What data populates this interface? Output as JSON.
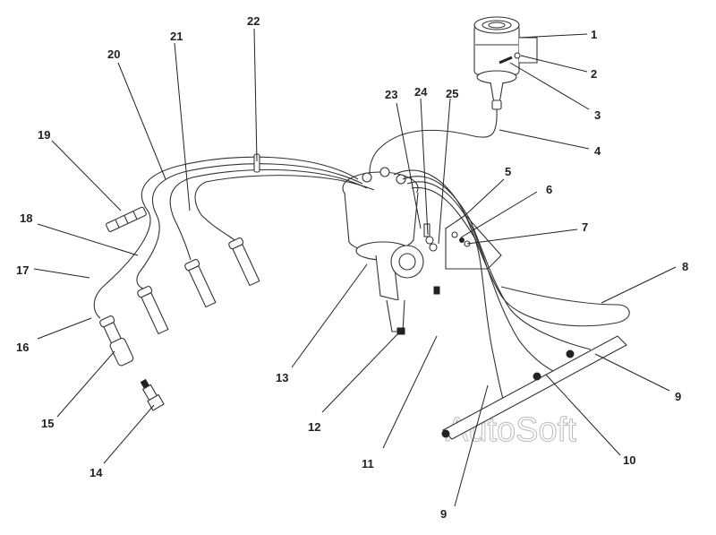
{
  "diagram": {
    "type": "exploded-parts-diagram",
    "subject": "Ignition system: distributor, ignition coil, high-tension leads and spark plugs",
    "watermark": "AutoSoft",
    "callouts": [
      {
        "id": "1",
        "label": "1",
        "target": "ignition coil"
      },
      {
        "id": "2",
        "label": "2",
        "target": "coil bracket nut"
      },
      {
        "id": "3",
        "label": "3",
        "target": "coil bracket bolt"
      },
      {
        "id": "4",
        "label": "4",
        "target": "coil high-tension lead"
      },
      {
        "id": "5",
        "label": "5",
        "target": "lead support bracket"
      },
      {
        "id": "6",
        "label": "6",
        "target": "bracket washer"
      },
      {
        "id": "7",
        "label": "7",
        "target": "bracket bolt"
      },
      {
        "id": "8",
        "label": "8",
        "target": "spark plug lead"
      },
      {
        "id": "9a",
        "label": "9",
        "target": "spark plug lead"
      },
      {
        "id": "9b",
        "label": "9",
        "target": "spark plug lead"
      },
      {
        "id": "10",
        "label": "10",
        "target": "spark plug lead"
      },
      {
        "id": "11",
        "label": "11",
        "target": "vacuum hose"
      },
      {
        "id": "12",
        "label": "12",
        "target": "hose union"
      },
      {
        "id": "13",
        "label": "13",
        "target": "distributor"
      },
      {
        "id": "14",
        "label": "14",
        "target": "spark plug"
      },
      {
        "id": "15",
        "label": "15",
        "target": "plug cap"
      },
      {
        "id": "16",
        "label": "16",
        "target": "lead boot"
      },
      {
        "id": "17",
        "label": "17",
        "target": "spark plug lead"
      },
      {
        "id": "18",
        "label": "18",
        "target": "spark plug lead"
      },
      {
        "id": "19",
        "label": "19",
        "target": "lead retaining clip"
      },
      {
        "id": "20",
        "label": "20",
        "target": "spark plug lead"
      },
      {
        "id": "21",
        "label": "21",
        "target": "spark plug lead"
      },
      {
        "id": "22",
        "label": "22",
        "target": "lead tie"
      },
      {
        "id": "23",
        "label": "23",
        "target": "distributor clamp bolt"
      },
      {
        "id": "24",
        "label": "24",
        "target": "washer"
      },
      {
        "id": "25",
        "label": "25",
        "target": "clamp plate"
      }
    ]
  },
  "colors": {
    "line": "#222222",
    "background": "#ffffff",
    "watermark": "#bbbbbb"
  }
}
